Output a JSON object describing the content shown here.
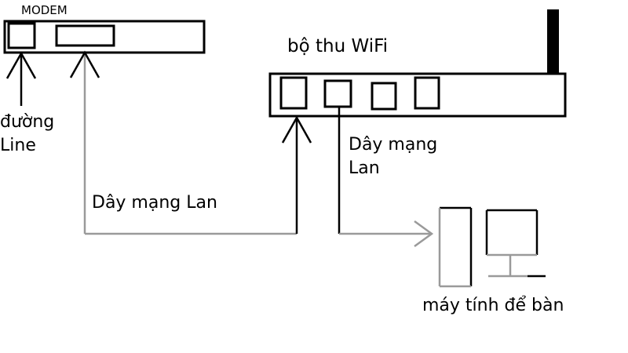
{
  "labels": {
    "modem": "MODEM",
    "line": "đường\nLine",
    "wifi_receiver": "bộ thu WiFi",
    "lan_cable_left": "Dây mạng Lan",
    "lan_cable_right": "Dây mạng\nLan",
    "desktop_pc": "máy tính để bàn"
  },
  "colors": {
    "ink": "#000000",
    "cable": "#9a9a9a",
    "pc_frame": "#9a9a9a"
  }
}
